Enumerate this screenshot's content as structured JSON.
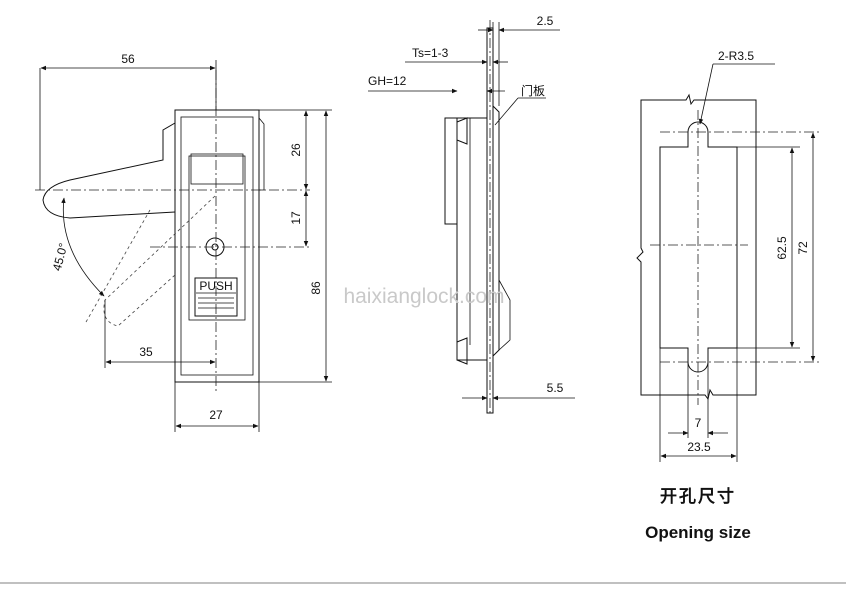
{
  "front_view": {
    "dims": {
      "width_56": "56",
      "height_26": "26",
      "height_17": "17",
      "height_86": "86",
      "width_35": "35",
      "width_27": "27",
      "angle": "45.0°"
    },
    "button_label": "PUSH"
  },
  "side_view": {
    "dims": {
      "d_2_5": "2.5",
      "ts": "Ts=1-3",
      "gh": "GH=12",
      "door_panel": "门板",
      "d_5_5": "5.5"
    }
  },
  "cutout_view": {
    "dims": {
      "radius": "2-R3.5",
      "h_62_5": "62.5",
      "h_72": "72",
      "w_7": "7",
      "w_23_5": "23.5"
    },
    "title_cn": "开孔尺寸",
    "title_en": "Opening size"
  },
  "watermark": "haixianglock.com"
}
